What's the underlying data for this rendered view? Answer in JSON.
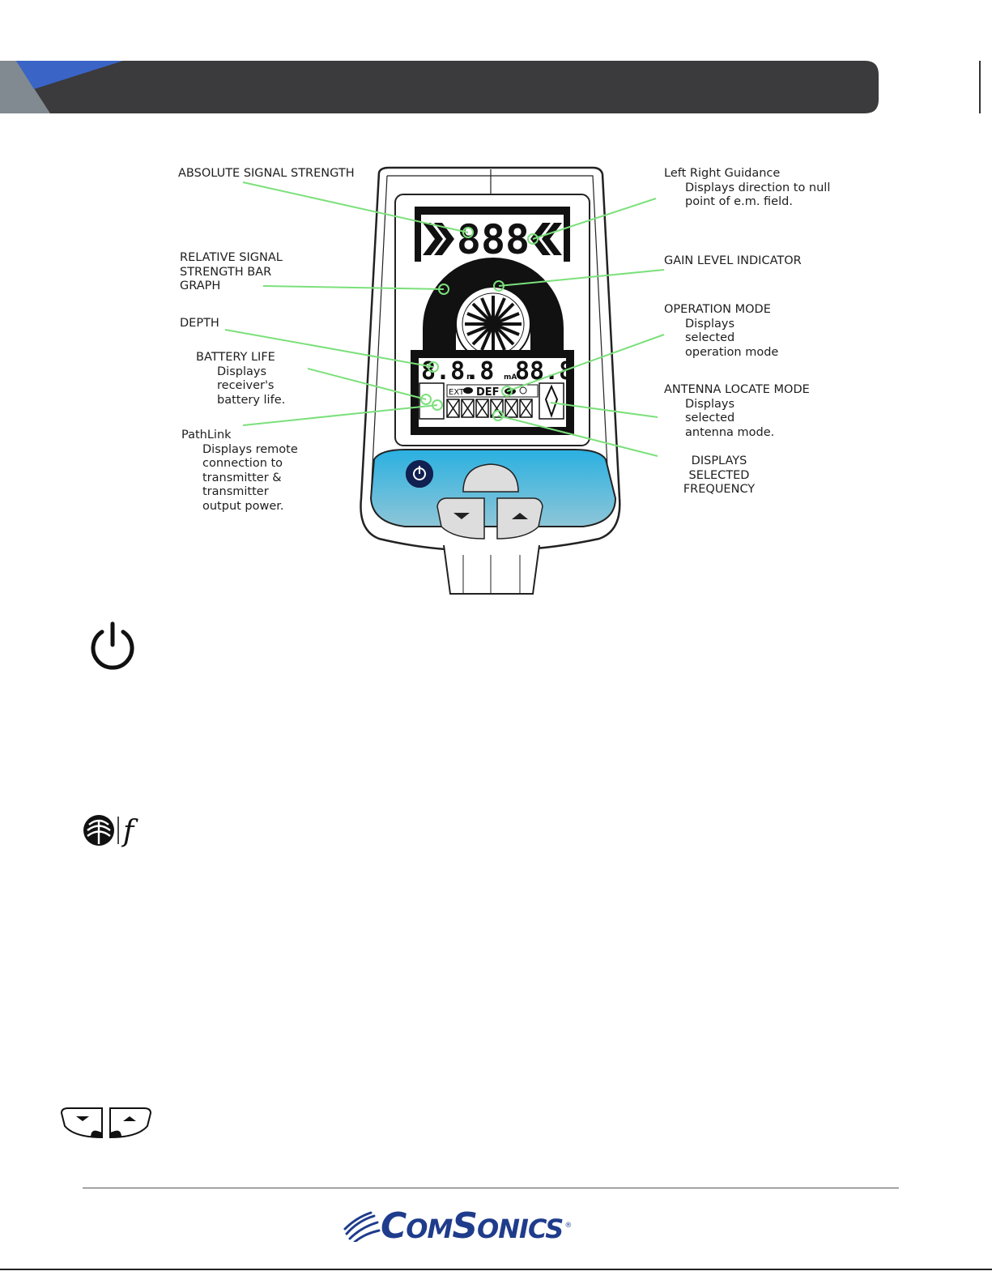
{
  "labels": {
    "absolute_signal_strength": "ABSOLUTE SIGNAL STRENGTH",
    "relative_signal": [
      "RELATIVE SIGNAL",
      "STRENGTH BAR",
      "GRAPH"
    ],
    "depth": "DEPTH",
    "battery_life": {
      "title": "BATTERY LIFE",
      "desc": [
        "Displays",
        "receiver's",
        "battery life."
      ]
    },
    "pathlink": {
      "title": "PathLink",
      "desc": [
        "Displays remote",
        "connection to",
        "transmitter &",
        "transmitter",
        "output power."
      ]
    },
    "left_right_guidance": {
      "title": "Left Right Guidance",
      "desc": [
        "Displays direction to null",
        "point of e.m. field."
      ]
    },
    "gain_level_indicator": "GAIN LEVEL INDICATOR",
    "operation_mode": {
      "title": "OPERATION MODE",
      "desc": [
        "Displays",
        "selected",
        "operation mode"
      ]
    },
    "antenna_locate_mode": {
      "title": "ANTENNA LOCATE MODE",
      "desc": [
        "Displays",
        "selected",
        "antenna mode."
      ]
    },
    "displays_selected_frequency": [
      "DISPLAYS",
      "SELECTED",
      "FREQUENCY"
    ]
  },
  "lcd": {
    "signal_digits": "888",
    "depth_digits": "8.8.8",
    "depth_unit": "m",
    "current_unit": "mA",
    "current_digits": "88.8",
    "mode_ext": "EXT",
    "mode_def": "DEF"
  },
  "icons": {
    "power": "power-icon",
    "antenna_frequency": "antenna-frequency-icon",
    "arrows": "up-down-arrow-buttons-icon"
  },
  "logo": {
    "text_c": "C",
    "text_om": "OM",
    "text_s": "S",
    "text_onics": "ONICS",
    "reg": "®"
  },
  "colors": {
    "header_dark": "#3b3a3c",
    "header_blue": "#3a64c6",
    "header_gray": "#808a90",
    "leader_green": "#7be07b",
    "button_blue": "#34a8d6",
    "brand_blue": "#1f3c8c"
  }
}
